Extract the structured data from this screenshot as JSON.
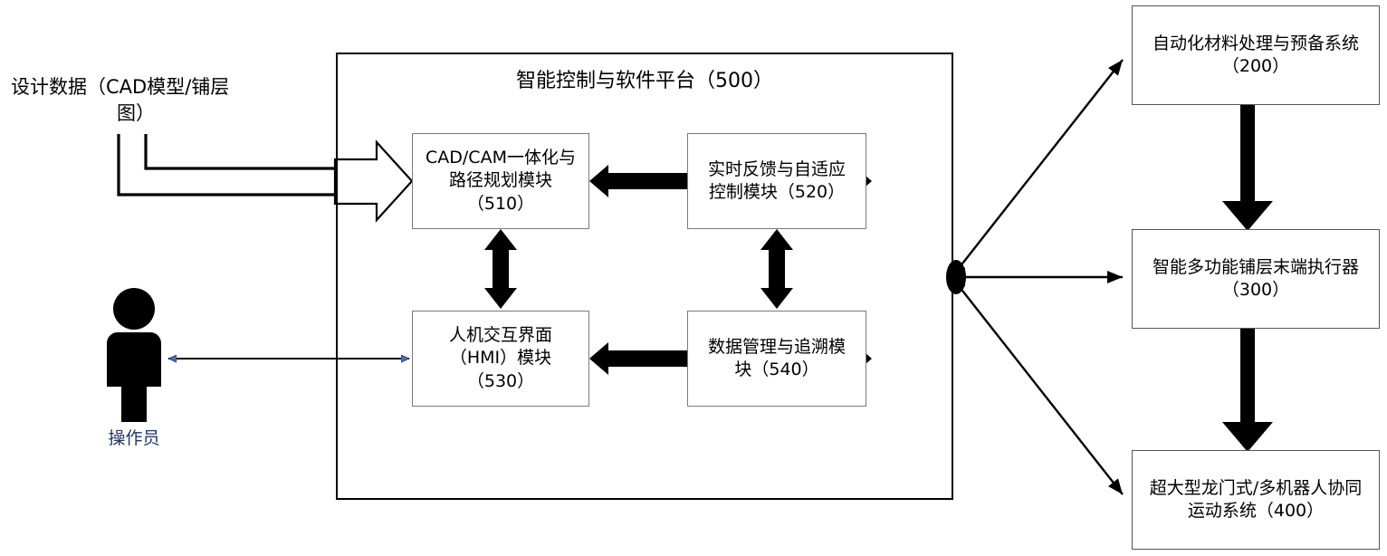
{
  "diagram": {
    "title_text": "智能控制与软件平台（500）",
    "source_label": "设计数据（CAD模型/铺层图）",
    "operator_label": "操作员",
    "colors": {
      "stroke_black": "#000000",
      "box_border_gray": "#808080",
      "operator_blue": "#1f3864",
      "arrow_blue": "#4a6fb5",
      "background": "#ffffff"
    }
  },
  "platform": {
    "name": "智能控制与软件平台",
    "code": "500",
    "title": "智能控制与软件平台（500）",
    "modules": [
      {
        "id": "510",
        "lines": [
          "CAD/CAM一体化与",
          "路径规划模块",
          "（510）"
        ],
        "text": "CAD/CAM一体化与路径规划模块（510）"
      },
      {
        "id": "520",
        "lines": [
          "实时反馈与自适应",
          "控制模块（520）"
        ],
        "text": "实时反馈与自适应控制模块（520）"
      },
      {
        "id": "530",
        "lines": [
          "人机交互界面",
          "（HMI）模块",
          "（530）"
        ],
        "text": "人机交互界面（HMI）模块（530）"
      },
      {
        "id": "540",
        "lines": [
          "数据管理与追溯模",
          "块（540）"
        ],
        "text": "数据管理与追溯模块（540）"
      }
    ]
  },
  "systems": [
    {
      "id": "200",
      "lines": [
        "自动化材料处理与预备系统",
        "（200）"
      ],
      "text": "自动化材料处理与预备系统（200）"
    },
    {
      "id": "300",
      "lines": [
        "智能多功能铺层末端执行器",
        "（300）"
      ],
      "text": "智能多功能铺层末端执行器（300）"
    },
    {
      "id": "400",
      "lines": [
        "超大型龙门式/多机器人协同",
        "运动系统（400）"
      ],
      "text": "超大型龙门式/多机器人协同运动系统（400）"
    }
  ],
  "actors": {
    "operator": "操作员",
    "data_source": {
      "line1": "设计数据（CAD模型/铺层",
      "line2": "图）"
    }
  },
  "connections": [
    {
      "from": "设计数据（CAD模型/铺层图）",
      "to": "CAD/CAM一体化与路径规划模块（510）",
      "style": "block-arrow"
    },
    {
      "from": "CAD/CAM一体化与路径规划模块（510）",
      "to": "实时反馈与自适应控制模块（520）",
      "style": "double-arrow"
    },
    {
      "from": "CAD/CAM一体化与路径规划模块（510）",
      "to": "人机交互界面（HMI）模块（530）",
      "style": "double-arrow"
    },
    {
      "from": "实时反馈与自适应控制模块（520）",
      "to": "数据管理与追溯模块（540）",
      "style": "double-arrow"
    },
    {
      "from": "人机交互界面（HMI）模块（530）",
      "to": "数据管理与追溯模块（540）",
      "style": "double-arrow"
    },
    {
      "from": "人机交互界面（HMI）模块（530）",
      "to": "操作员",
      "style": "thin-double-arrow"
    },
    {
      "from": "智能控制与软件平台（500）",
      "to": "自动化材料处理与预备系统（200）",
      "style": "thin-arrow"
    },
    {
      "from": "智能控制与软件平台（500）",
      "to": "智能多功能铺层末端执行器（300）",
      "style": "thin-arrow"
    },
    {
      "from": "智能控制与软件平台（500）",
      "to": "超大型龙门式/多机器人协同运动系统（400）",
      "style": "thin-arrow"
    },
    {
      "from": "自动化材料处理与预备系统（200）",
      "to": "智能多功能铺层末端执行器（300）",
      "style": "thick-arrow"
    },
    {
      "from": "智能多功能铺层末端执行器（300）",
      "to": "超大型龙门式/多机器人协同运动系统（400）",
      "style": "thick-arrow"
    }
  ]
}
